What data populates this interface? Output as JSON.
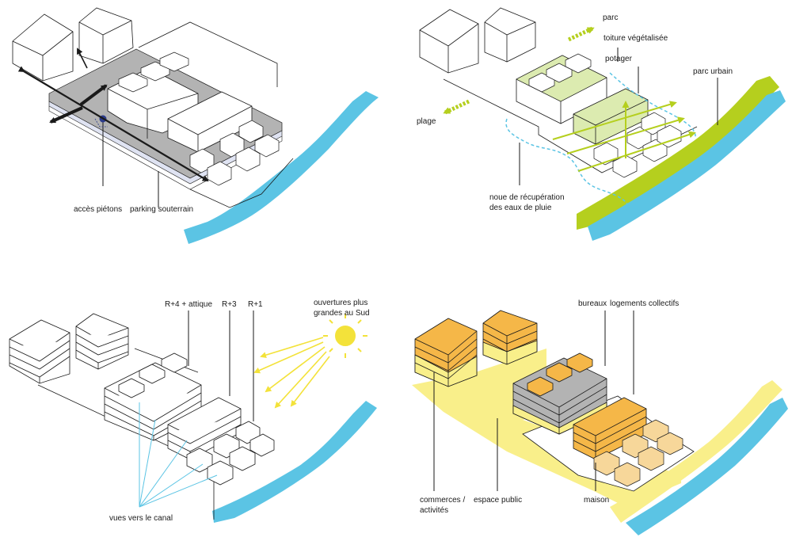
{
  "colors": {
    "canal": "#5bc4e4",
    "green": "#b5cf1e",
    "light_green": "#dcebb0",
    "yellow": "#f9ef8a",
    "yellow_bright": "#f3e23a",
    "orange": "#f5b748",
    "orange_light": "#f7d79a",
    "grey": "#b3b3b3",
    "navy": "#2b3a8a",
    "line": "#1a1a1a",
    "blue_line": "#5bc4e4"
  },
  "panels": {
    "access": {
      "labels": {
        "pedestrian": "accès piétons",
        "parking": "parking souterrain"
      }
    },
    "landscape": {
      "labels": {
        "park": "parc",
        "green_roof": "toiture végétalisée",
        "garden": "potager",
        "urban_park": "parc urbain",
        "beach": "plage",
        "swale_line1": "noue de récupération",
        "swale_line2": "des eaux de pluie"
      }
    },
    "heights": {
      "labels": {
        "r4": "R+4 + attique",
        "r3": "R+3",
        "r1": "R+1",
        "sun_line1": "ouvertures plus",
        "sun_line2": "grandes au Sud",
        "views": "vues vers le canal"
      }
    },
    "programme": {
      "labels": {
        "offices": "bureaux",
        "housing": "logements collectifs",
        "shops_line1": "commerces /",
        "shops_line2": "activités",
        "public_space": "espace public",
        "house": "maison"
      }
    }
  }
}
